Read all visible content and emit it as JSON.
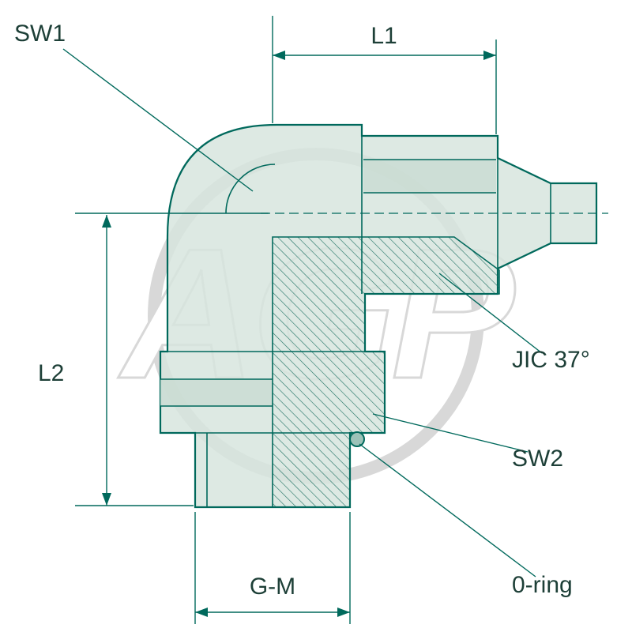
{
  "diagram": {
    "type": "technical-drawing",
    "subject": "90-degree hydraulic elbow adapter, half-section view",
    "labels": {
      "sw1": "SW1",
      "l1": "L1",
      "l2": "L2",
      "jic": "JIC 37°",
      "sw2": "SW2",
      "gm": "G-M",
      "oring": "0-ring"
    },
    "watermark": "AGP",
    "colors": {
      "line": "#00695c",
      "text": "#1d3f37",
      "body_fill": "#d7e5de",
      "accent_fill": "#c9dbd2",
      "watermark": "#d8d8d8",
      "background": "#ffffff"
    }
  }
}
